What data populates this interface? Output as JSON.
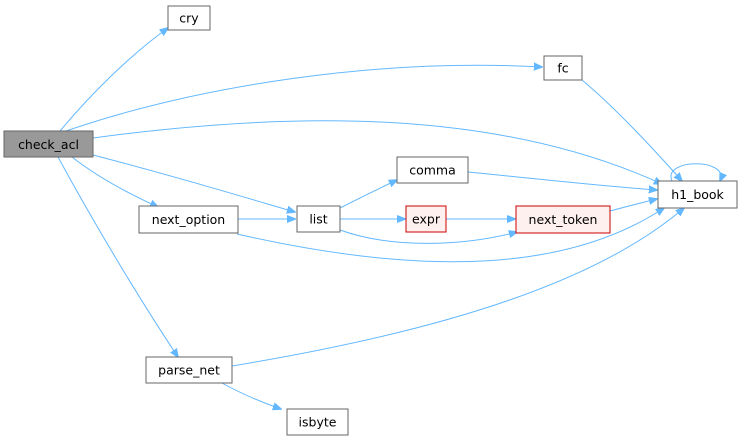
{
  "colors": {
    "edge": "#63b8ff",
    "node_border": "#666666",
    "node_fill": "#ffffff",
    "focus_fill": "#999999",
    "focus_border": "#666666",
    "highlight_fill": "#fff0f0",
    "highlight_border": "#cc0000"
  },
  "nodes": {
    "check_acl": {
      "label": "check_acl",
      "style": "focus"
    },
    "cry": {
      "label": "cry",
      "style": "normal"
    },
    "fc": {
      "label": "fc",
      "style": "normal"
    },
    "h1_book": {
      "label": "h1_book",
      "style": "normal"
    },
    "comma": {
      "label": "comma",
      "style": "normal"
    },
    "next_option": {
      "label": "next_option",
      "style": "normal"
    },
    "list": {
      "label": "list",
      "style": "normal"
    },
    "expr": {
      "label": "expr",
      "style": "highlight"
    },
    "next_token": {
      "label": "next_token",
      "style": "highlight"
    },
    "parse_net": {
      "label": "parse_net",
      "style": "normal"
    },
    "isbyte": {
      "label": "isbyte",
      "style": "normal"
    }
  },
  "edges": [
    [
      "check_acl",
      "cry"
    ],
    [
      "check_acl",
      "fc"
    ],
    [
      "check_acl",
      "h1_book"
    ],
    [
      "check_acl",
      "list"
    ],
    [
      "check_acl",
      "next_option"
    ],
    [
      "check_acl",
      "parse_net"
    ],
    [
      "fc",
      "h1_book"
    ],
    [
      "h1_book",
      "h1_book"
    ],
    [
      "comma",
      "h1_book"
    ],
    [
      "next_option",
      "list"
    ],
    [
      "next_option",
      "h1_book"
    ],
    [
      "list",
      "comma"
    ],
    [
      "list",
      "expr"
    ],
    [
      "list",
      "next_token"
    ],
    [
      "expr",
      "next_token"
    ],
    [
      "next_token",
      "h1_book"
    ],
    [
      "parse_net",
      "h1_book"
    ],
    [
      "parse_net",
      "isbyte"
    ]
  ]
}
